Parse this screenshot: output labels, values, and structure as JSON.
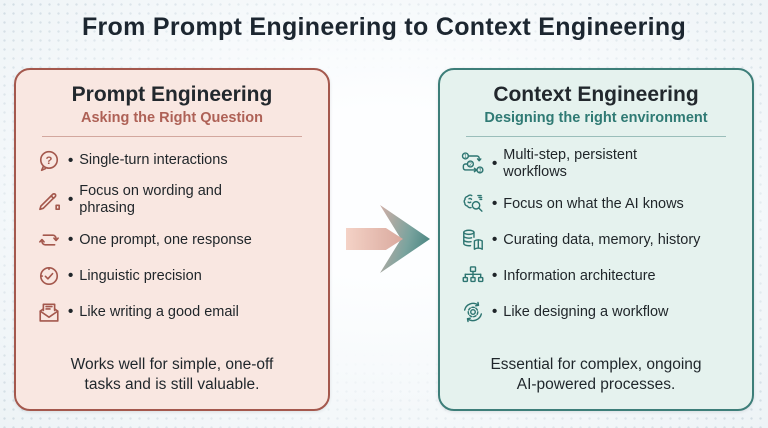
{
  "title": "From Prompt Engineering to Context Engineering",
  "bullet": "•",
  "left_card": {
    "title": "Prompt Engineering",
    "subtitle": "Asking the Right Question",
    "items": [
      {
        "icon": "question-bubble-icon",
        "text": "Single-turn interactions"
      },
      {
        "icon": "writing-pen-icon",
        "text": "Focus on wording and\nphrasing"
      },
      {
        "icon": "repeat-loop-icon",
        "text": "One prompt, one response"
      },
      {
        "icon": "clock-check-icon",
        "text": "Linguistic precision"
      },
      {
        "icon": "open-email-icon",
        "text": "Like writing a good email"
      }
    ],
    "footer": "Works well for simple, one-off\ntasks and is still valuable.",
    "colors": {
      "background": "#f9e7e1",
      "border": "#a4584d",
      "accent": "#ae6156"
    }
  },
  "right_card": {
    "title": "Context Engineering",
    "subtitle": "Designing the right environment",
    "items": [
      {
        "icon": "numbered-workflow-icon",
        "text": "Multi-step, persistent\nworkflows"
      },
      {
        "icon": "brain-search-icon",
        "text": "Focus on what the AI knows"
      },
      {
        "icon": "database-book-icon",
        "text": "Curating data, memory, history"
      },
      {
        "icon": "hierarchy-icon",
        "text": "Information architecture"
      },
      {
        "icon": "gear-cycle-icon",
        "text": "Like designing a workflow"
      }
    ],
    "footer": "Essential for complex, ongoing\nAI-powered processes.",
    "colors": {
      "background": "#e5f2ee",
      "border": "#3d7e79",
      "accent": "#2f7a74"
    }
  },
  "arrow": {
    "from_color": "#f4d2c6",
    "to_color": "#40807c"
  }
}
